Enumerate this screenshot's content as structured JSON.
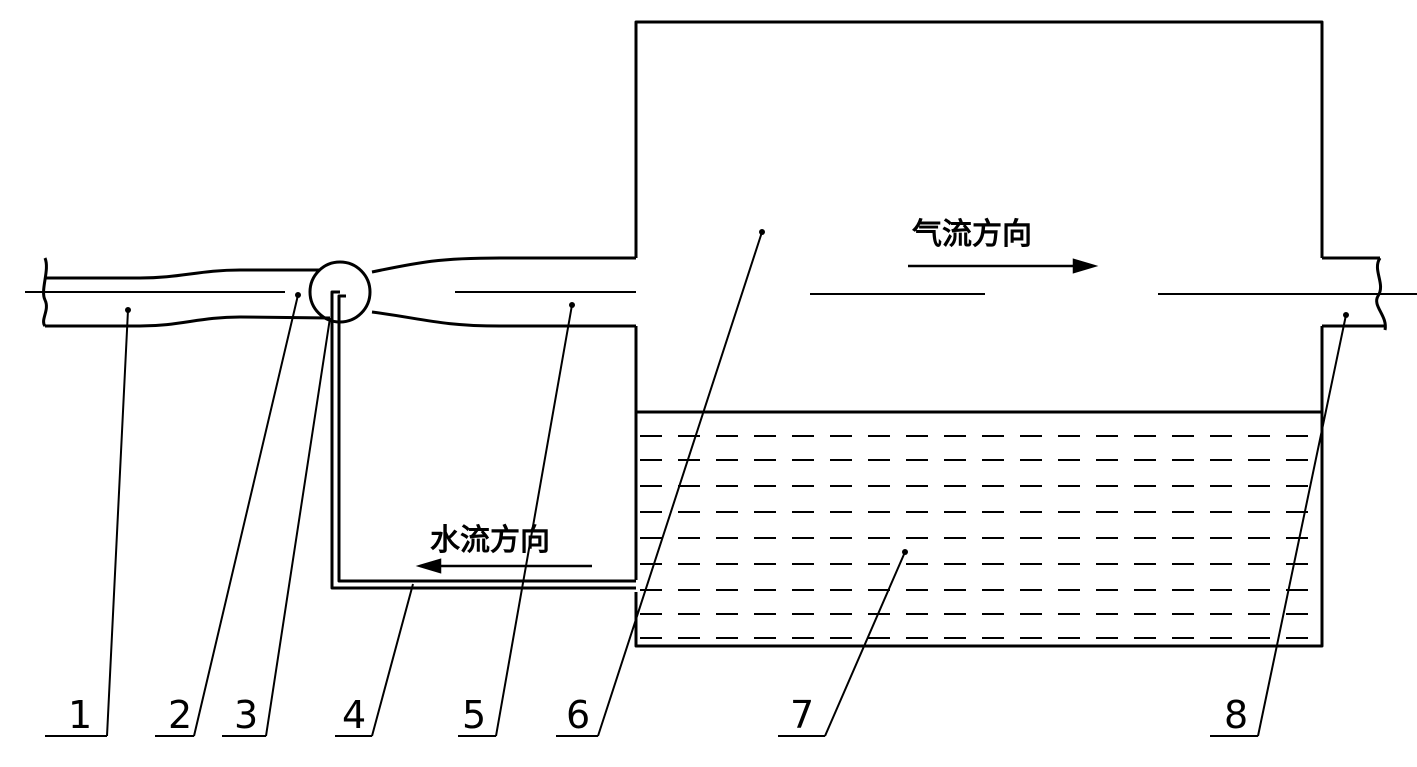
{
  "labels": {
    "air_flow": "气流方向",
    "water_flow": "水流方向"
  },
  "parts": [
    {
      "number": "1"
    },
    {
      "number": "2"
    },
    {
      "number": "3"
    },
    {
      "number": "4"
    },
    {
      "number": "5"
    },
    {
      "number": "6"
    },
    {
      "number": "7"
    },
    {
      "number": "8"
    }
  ],
  "colors": {
    "line": "#000000",
    "background": "#ffffff"
  }
}
